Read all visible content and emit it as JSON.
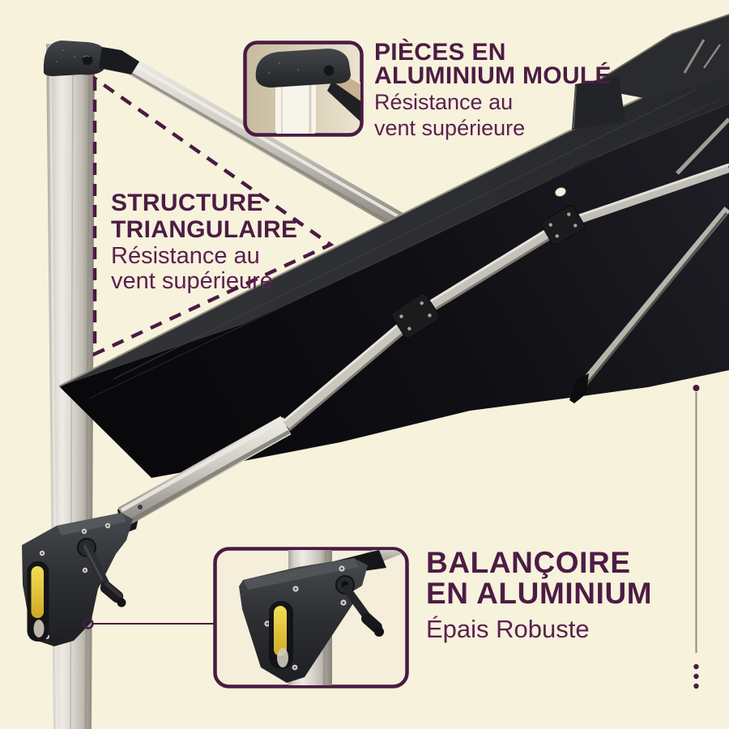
{
  "colors": {
    "background": "#f7f2dc",
    "heading_purple": "#4c1c45",
    "subheading_purple": "#5a2150",
    "annotation_purple": "#4a1a43",
    "connector_gray": "#8d8c85",
    "canopy_black": "#0e0e11",
    "frame_silver": "#cfccc4",
    "accent_yellow": "#e7c93f"
  },
  "annotations": {
    "cast_parts": {
      "title_lines": [
        "PIÈCES EN",
        "ALUMINIUM MOULÉ"
      ],
      "subtitle_lines": [
        "Résistance au",
        "vent supérieure"
      ]
    },
    "triangle_structure": {
      "title_lines": [
        "STRUCTURE",
        "TRIANGULAIRE"
      ],
      "subtitle_lines": [
        "Résistance au",
        "vent supérieure"
      ]
    },
    "swing": {
      "title_lines": [
        "BALANÇOIRE",
        "EN ALUMINIUM"
      ],
      "subtitle_lines": [
        "Épais Robuste"
      ]
    }
  }
}
